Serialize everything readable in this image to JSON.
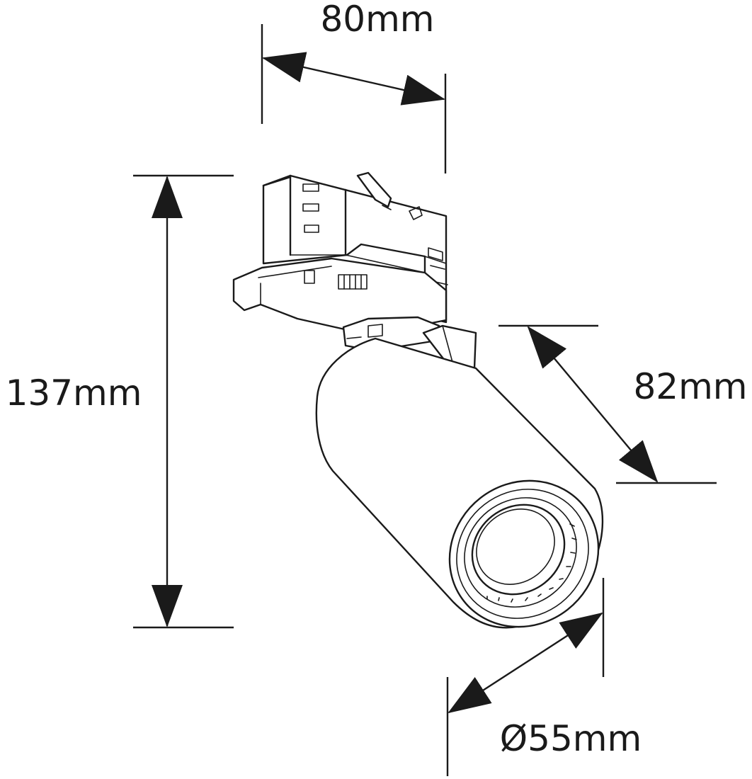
{
  "dimensions": {
    "width": "80mm",
    "height": "137mm",
    "depth": "82mm",
    "diameter": "Ø55mm"
  },
  "colors": {
    "line": "#1a1a1a",
    "background": "#ffffff"
  }
}
